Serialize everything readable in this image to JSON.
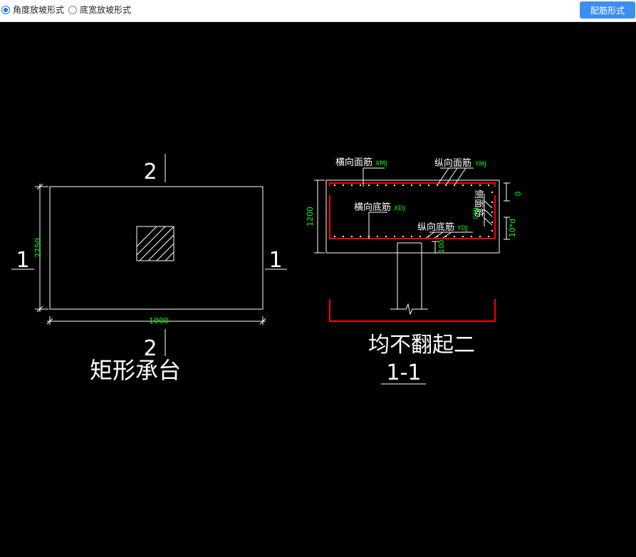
{
  "toolbar": {
    "radio_angle": "角度放坡形式",
    "radio_width": "底宽放坡形式",
    "rebar_button": "配筋形式"
  },
  "plan": {
    "title": "矩形承台",
    "section_mark_top": "2",
    "section_mark_bottom": "2",
    "section_mark_left": "1",
    "section_mark_right": "1",
    "dim_height": "2750",
    "dim_width": "1000"
  },
  "section": {
    "caption": "均不翻起二",
    "title": "1-1",
    "label_top_transverse": "横向面筋",
    "code_top_transverse": "XMJ",
    "label_top_longitudinal": "纵向面筋",
    "code_top_longitudinal": "YMJ",
    "label_bottom_transverse": "横向底筋",
    "code_bottom_transverse": "XDJ",
    "label_bottom_longitudinal": "纵向底筋",
    "code_bottom_longitudinal": "YDJ",
    "label_side": "侧面筋",
    "code_side": "CMJ",
    "dim_height": "1200",
    "dim_cover_top": "0",
    "dim_anchor": "10*d",
    "dim_embed": "100"
  },
  "colors": {
    "line": "#ffffff",
    "dimension": "#00ff00",
    "rebar": "#ff0000",
    "accent": "#3d8ef0"
  }
}
